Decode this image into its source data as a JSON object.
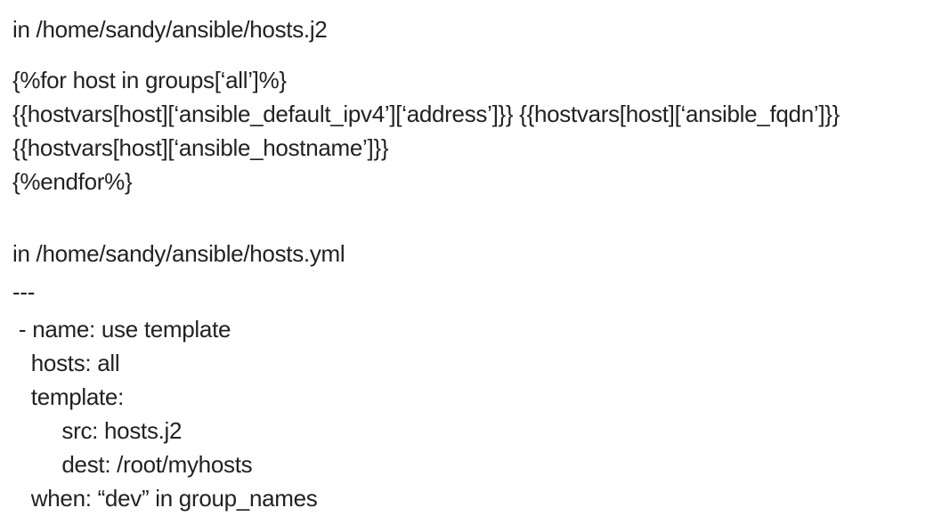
{
  "page": {
    "background_color": "#ffffff",
    "text_color": "#222222"
  },
  "content": {
    "sections": [
      {
        "heading": "in /home/sandy/ansible/hosts.j2",
        "lines": [
          "{%for host in groups[‘all’]%}",
          "{{hostvars[host][‘ansible_default_ipv4’][‘address’]}} {{hostvars[host][‘ansible_fqdn’]}}",
          "{{hostvars[host][‘ansible_hostname’]}}",
          "{%endfor%}"
        ]
      },
      {
        "heading": "in /home/sandy/ansible/hosts.yml",
        "separator": "---",
        "lines": [
          " - name: use template",
          "   hosts: all",
          "   template:",
          "        src: hosts.j2",
          "        dest: /root/myhosts",
          "   when: “dev” in group_names"
        ]
      }
    ]
  }
}
